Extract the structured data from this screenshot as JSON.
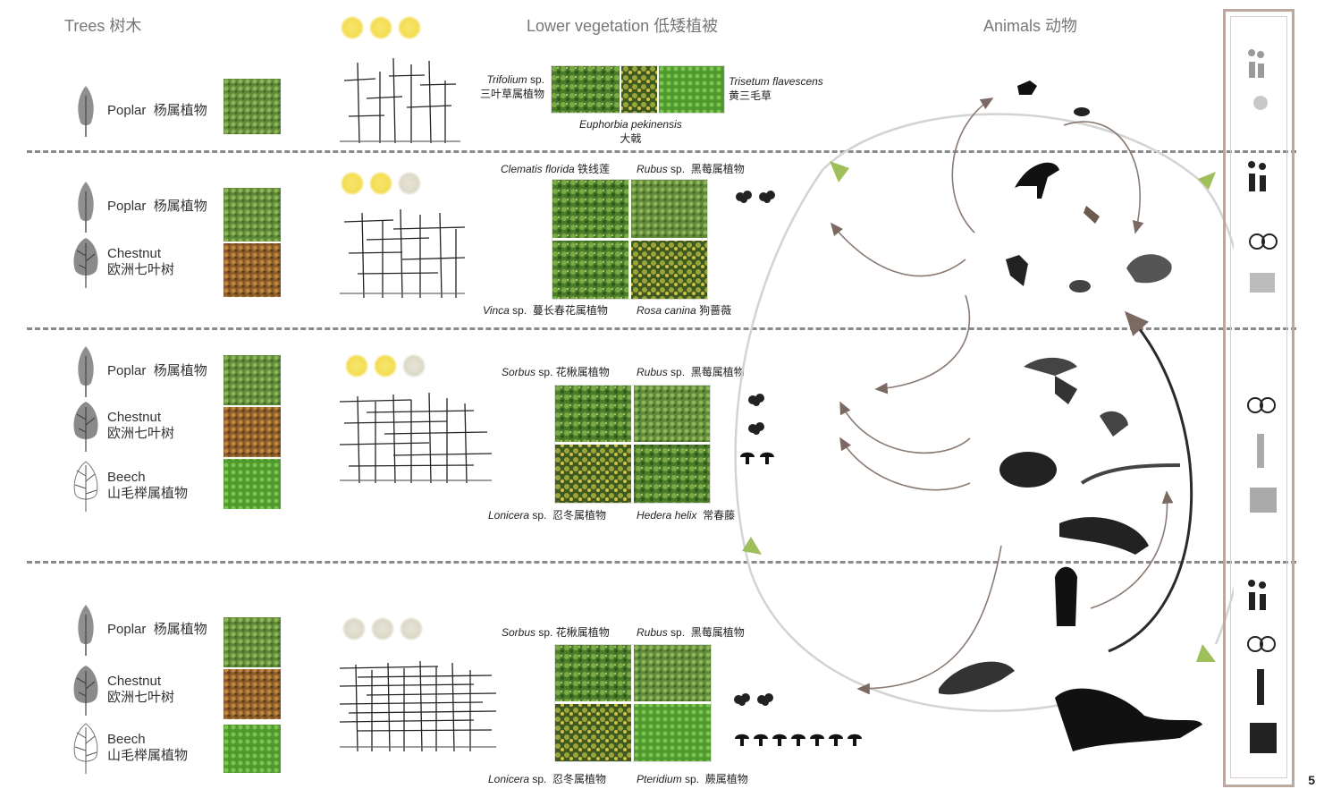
{
  "headers": {
    "trees": "Trees  树木",
    "lower_vegetation": "Lower vegetation  低矮植被",
    "animals": "Animals  动物"
  },
  "bands": [
    {
      "trees": [
        {
          "en": "Poplar",
          "cn": "杨属植物"
        }
      ],
      "plants_top": [
        {
          "latin": "Trifolium",
          "suffix": " sp.",
          "cn": "三叶草属植物"
        },
        {
          "latin": "Trisetum flavescens",
          "suffix": "",
          "cn": "黄三毛草"
        }
      ],
      "plants_bottom": [
        {
          "latin": "Euphorbia pekinensis",
          "suffix": "",
          "cn": "大戟"
        }
      ],
      "suns": [
        "on",
        "on",
        "on"
      ]
    },
    {
      "trees": [
        {
          "en": "Poplar",
          "cn": "杨属植物"
        },
        {
          "en": "Chestnut",
          "cn": "欧洲七叶树"
        }
      ],
      "plants_top": [
        {
          "latin": "Clematis florida",
          "suffix": " ",
          "cn": "铁线莲"
        },
        {
          "latin": "Rubus",
          "suffix": " sp.",
          "cn": "黑莓属植物"
        }
      ],
      "plants_bottom": [
        {
          "latin": "Vinca",
          "suffix": " sp.",
          "cn": "蔓长春花属植物"
        },
        {
          "latin": "Rosa canina",
          "suffix": " ",
          "cn": "狗蔷薇"
        }
      ],
      "suns": [
        "on",
        "on",
        "dim"
      ]
    },
    {
      "trees": [
        {
          "en": "Poplar",
          "cn": "杨属植物"
        },
        {
          "en": "Chestnut",
          "cn": "欧洲七叶树"
        },
        {
          "en": "Beech",
          "cn": "山毛榉属植物"
        }
      ],
      "plants_top": [
        {
          "latin": "Sorbus",
          "suffix": " sp.",
          "cn": "花楸属植物"
        },
        {
          "latin": "Rubus",
          "suffix": " sp.",
          "cn": "黑莓属植物"
        }
      ],
      "plants_bottom": [
        {
          "latin": "Lonicera",
          "suffix": " sp.",
          "cn": "忍冬属植物"
        },
        {
          "latin": "Hedera helix",
          "suffix": " ",
          "cn": "常春藤"
        }
      ],
      "suns": [
        "on",
        "on",
        "dim"
      ]
    },
    {
      "trees": [
        {
          "en": "Poplar",
          "cn": "杨属植物"
        },
        {
          "en": "Chestnut",
          "cn": "欧洲七叶树"
        },
        {
          "en": "Beech",
          "cn": "山毛榉属植物"
        }
      ],
      "plants_top": [
        {
          "latin": "Sorbus",
          "suffix": " sp.",
          "cn": "花楸属植物"
        },
        {
          "latin": "Rubus",
          "suffix": " sp.",
          "cn": "黑莓属植物"
        }
      ],
      "plants_bottom": [
        {
          "latin": "Lonicera",
          "suffix": " sp.",
          "cn": "忍冬属植物"
        },
        {
          "latin": "Pteridium",
          "suffix": " sp.",
          "cn": "蕨属植物"
        }
      ],
      "suns": [
        "dim",
        "dim",
        "dim"
      ]
    }
  ],
  "page_number": "5"
}
